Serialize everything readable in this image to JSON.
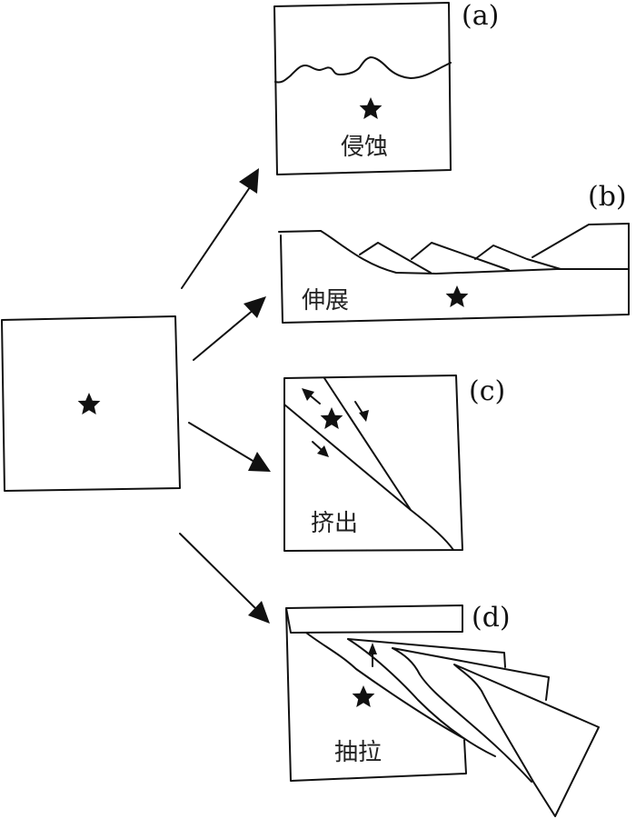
{
  "diagram": {
    "type": "process-branching",
    "source": {
      "marker": "star-icon"
    },
    "panels": [
      {
        "id": "a",
        "label": "(a)",
        "caption": "侵蚀"
      },
      {
        "id": "b",
        "label": "(b)",
        "caption": "伸展"
      },
      {
        "id": "c",
        "label": "(c)",
        "caption": "挤出"
      },
      {
        "id": "d",
        "label": "(d)",
        "caption": "抽拉"
      }
    ],
    "arrows": [
      {
        "from": "source",
        "to": "a"
      },
      {
        "from": "source",
        "to": "b"
      },
      {
        "from": "source",
        "to": "c"
      },
      {
        "from": "source",
        "to": "d"
      }
    ],
    "colors": {
      "stroke": "#111111",
      "background": "#ffffff"
    }
  }
}
